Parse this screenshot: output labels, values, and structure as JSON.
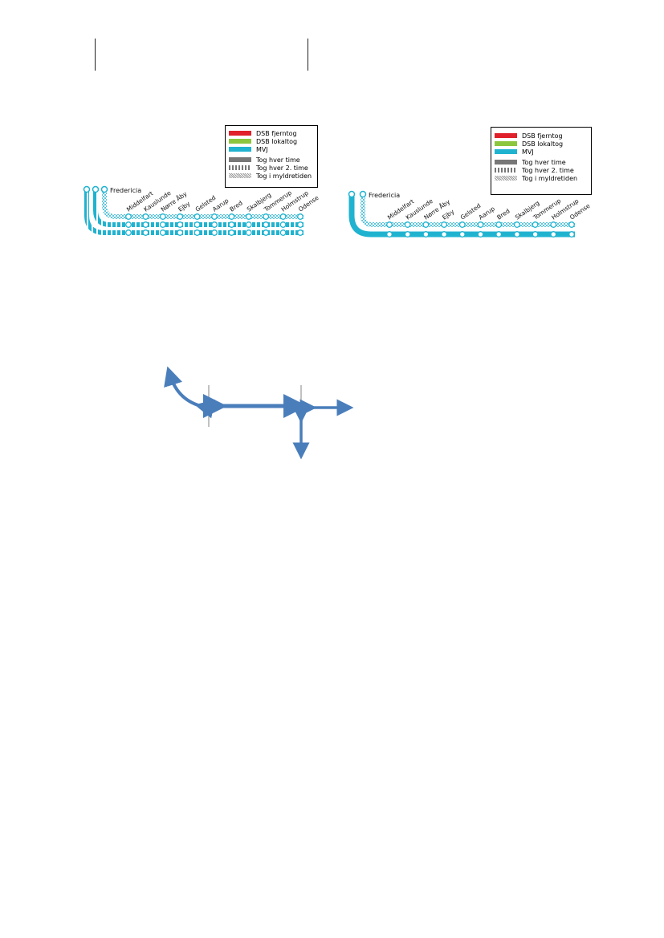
{
  "legend": {
    "operators": [
      {
        "label": "DSB fjerntog",
        "color": "#e0202a"
      },
      {
        "label": "DSB lokaltog",
        "color": "#8cc63e"
      },
      {
        "label": "MVJ",
        "color": "#20b3d0"
      }
    ],
    "frequencies": [
      {
        "label": "Tog hver time",
        "pattern": "solid"
      },
      {
        "label": "Tog hver 2. time",
        "pattern": "dashed"
      },
      {
        "label": "Tog i myldretiden",
        "pattern": "checkered"
      }
    ]
  },
  "stations": [
    "Middelfart",
    "Kauslunde",
    "Nørre Åby",
    "Ejby",
    "Gelsted",
    "Aarup",
    "Bred",
    "Skalbjerg",
    "Tommerup",
    "Holmstrup",
    "Odense"
  ],
  "start_station": "Fredericia",
  "colors": {
    "mvj": "#20b3d0",
    "mvj_light": "#9fd8e6",
    "arrow": "#4a7ebb",
    "divider": "#9a9a9a"
  }
}
